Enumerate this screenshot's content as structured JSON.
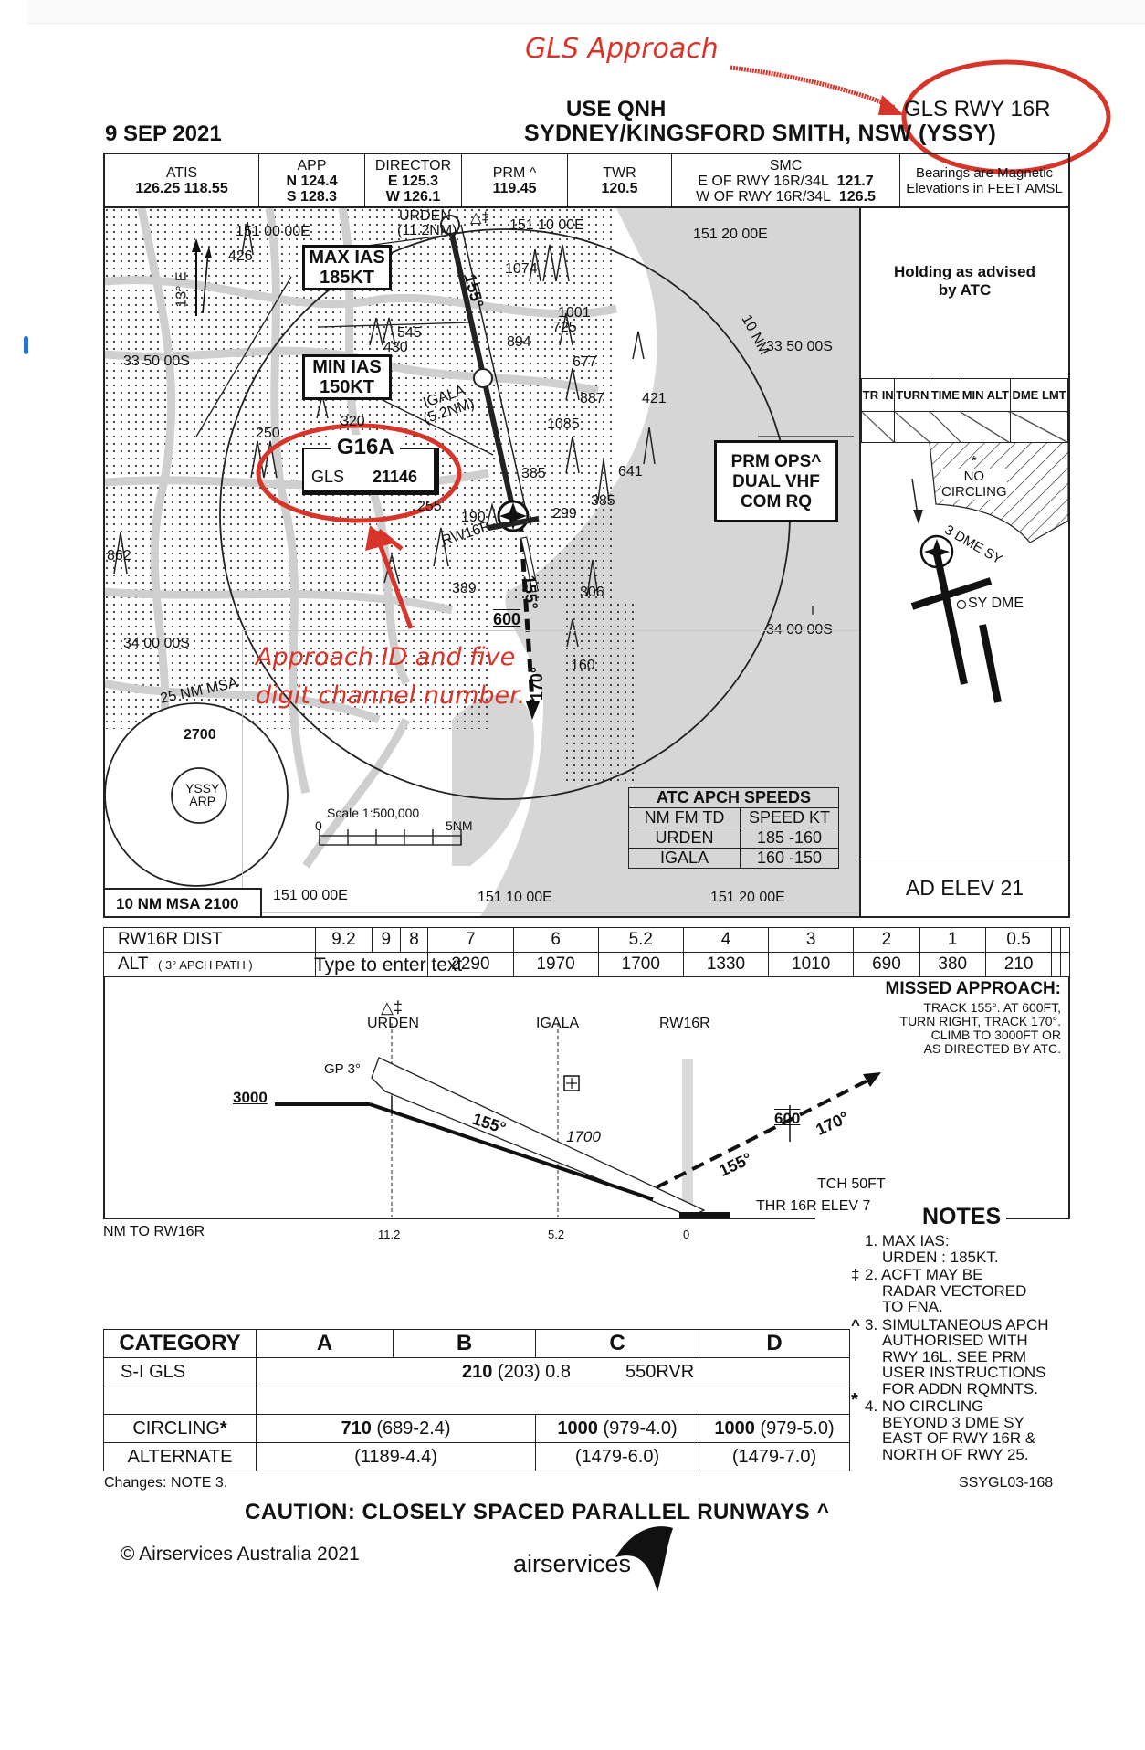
{
  "annotations": {
    "gls_approach": "GLS Approach",
    "approach_id": "Approach ID and five",
    "channel_number": "digit channel number.",
    "color": "#d8352a"
  },
  "header": {
    "date": "9 SEP 2021",
    "use_qnh": "USE QNH",
    "airport": "SYDNEY/KINGSFORD SMITH, NSW (YSSY)",
    "procedure": "GLS RWY 16R"
  },
  "frequencies": {
    "atis": {
      "label": "ATIS",
      "value": "126.25  118.55"
    },
    "app": {
      "label": "APP",
      "n": "N 124.4",
      "s": "S 128.3"
    },
    "director": {
      "label": "DIRECTOR",
      "e": "E  125.3",
      "w": "W 126.1"
    },
    "prm": {
      "label": "PRM ^",
      "value": "119.45"
    },
    "twr": {
      "label": "TWR",
      "value": "120.5"
    },
    "smc": {
      "label": "SMC",
      "east": "E OF RWY 16R/34L",
      "east_freq": "121.7",
      "west": "W OF RWY 16R/34L",
      "west_freq": "126.5"
    },
    "info": {
      "line1": "Bearings are Magnetic",
      "line2": "Elevations in FEET AMSL"
    }
  },
  "plan_view": {
    "urden": "URDEN",
    "urden_dist": "(11.2NM)",
    "igala": "IGALA",
    "igala_dist": "(5.2NM)",
    "max_ias": [
      "MAX IAS",
      "185KT"
    ],
    "min_ias": [
      "MIN IAS",
      "150KT"
    ],
    "gls_id": "G16A",
    "gls_label": "GLS",
    "gls_channel": "21146",
    "track_in": "155°",
    "track_miss": "155°",
    "track_miss2": "170°",
    "miss_alt": "600",
    "ten_nm": "10 NM",
    "variation": "13° E",
    "rw16r": "RW16R",
    "prm_ops": [
      "PRM OPS^",
      "DUAL VHF",
      "COM RQ"
    ],
    "coords": [
      "151 00 00E",
      "151 10 00E",
      "151 20 00E",
      "33 50 00S",
      "34 00 00S",
      "33 50 00S",
      "34 00 00S"
    ],
    "bottom_coords": [
      "151 00 00E",
      "151 10 00E",
      "151 20 00E"
    ],
    "obstacles": [
      "426",
      "1074",
      "1001",
      "725",
      "894",
      "545",
      "430",
      "677",
      "887",
      "421",
      "1085",
      "320",
      "250",
      "385",
      "641",
      "385",
      "299",
      "255",
      "190",
      "862",
      "389",
      "306",
      "160"
    ],
    "msa": {
      "title": "25 NM MSA",
      "alt": "2700",
      "center": [
        "YSSY",
        "ARP"
      ],
      "ten_nm": "10 NM MSA 2100"
    },
    "scale": {
      "label": "Scale 1:500,000",
      "zero": "0",
      "end": "5NM"
    },
    "atc_speeds": {
      "title": "ATC APCH SPEEDS",
      "headers": [
        "NM FM TD",
        "SPEED KT"
      ],
      "rows": [
        [
          "URDEN",
          "185 -160"
        ],
        [
          "IGALA",
          "160 -150"
        ]
      ]
    }
  },
  "side_panel": {
    "holding": [
      "Holding as advised",
      "by ATC"
    ],
    "holding_headers": [
      "TR IN",
      "TURN",
      "TIME",
      "MIN ALT",
      "DME LMT"
    ],
    "no_circling": [
      "*",
      "NO",
      "CIRCLING"
    ],
    "dme_arc": "3 DME SY",
    "sy_dme": "SY DME",
    "ad_elev": "AD ELEV 21"
  },
  "profile_table": {
    "dist_label": "RW16R DIST",
    "alt_label": "ALT",
    "alt_sub": "( 3° APCH PATH )",
    "distances": [
      "9.2",
      "9",
      "8",
      "7",
      "6",
      "5.2",
      "4",
      "3",
      "2",
      "1",
      "0.5",
      "",
      ""
    ],
    "altitudes": [
      "",
      "",
      "",
      "2290",
      "1970",
      "1700",
      "1330",
      "1010",
      "690",
      "380",
      "210",
      "",
      ""
    ],
    "overlay_text": "Type to enter text"
  },
  "profile": {
    "missed_title": "MISSED APPROACH:",
    "missed_text": [
      "TRACK 155°. AT 600FT,",
      "TURN RIGHT, TRACK 170°.",
      "CLIMB TO 3000FT OR",
      "AS DIRECTED BY ATC."
    ],
    "urden_sym": "△‡",
    "urden": "URDEN",
    "igala": "IGALA",
    "rw16r": "RW16R",
    "gp": "GP 3°",
    "alt3000": "3000",
    "track1": "155°",
    "alt1700": "1700",
    "miss600": "600",
    "miss155": "155°",
    "miss170": "170°",
    "tch": "TCH 50FT",
    "thr": "THR 16R ELEV 7",
    "axis_label": "NM TO RW16R",
    "ticks": [
      "11.2",
      "5.2",
      "0"
    ]
  },
  "notes": {
    "title": "NOTES",
    "items": [
      {
        "mark": "",
        "lines": [
          "1. MAX IAS:",
          "URDEN   : 185KT."
        ]
      },
      {
        "mark": "‡",
        "lines": [
          "2. ACFT MAY BE",
          "RADAR VECTORED",
          "TO FNA."
        ]
      },
      {
        "mark": "^",
        "lines": [
          "3. SIMULTANEOUS APCH",
          "AUTHORISED WITH",
          "RWY 16L. SEE PRM",
          "USER INSTRUCTIONS",
          "FOR ADDN RQMNTS."
        ]
      },
      {
        "mark": "*",
        "lines": [
          "4. NO CIRCLING",
          "BEYOND 3 DME SY",
          "EAST OF RWY 16R &",
          "NORTH OF RWY 25."
        ]
      }
    ]
  },
  "minima": {
    "headers": [
      "CATEGORY",
      "A",
      "B",
      "C",
      "D"
    ],
    "sigls": {
      "label": "S-I  GLS",
      "bold": "210",
      "rest": " (203) 0.8",
      "rvr": "550RVR"
    },
    "circling": {
      "label": "CIRCLING",
      "star": "*",
      "ab_bold": "710",
      "ab": " (689-2.4)",
      "c_bold": "1000",
      "c": " (979-4.0)",
      "d_bold": "1000",
      "d": " (979-5.0)"
    },
    "alternate": {
      "label": "ALTERNATE",
      "ab": "(1189-4.4)",
      "c": "(1479-6.0)",
      "d": "(1479-7.0)"
    }
  },
  "footer": {
    "changes": "Changes: NOTE 3.",
    "chart_id": "SSYGL03-168",
    "caution": "CAUTION: CLOSELY SPACED PARALLEL RUNWAYS ^",
    "copyright": "© Airservices Australia 2021",
    "logo": "airservices"
  }
}
